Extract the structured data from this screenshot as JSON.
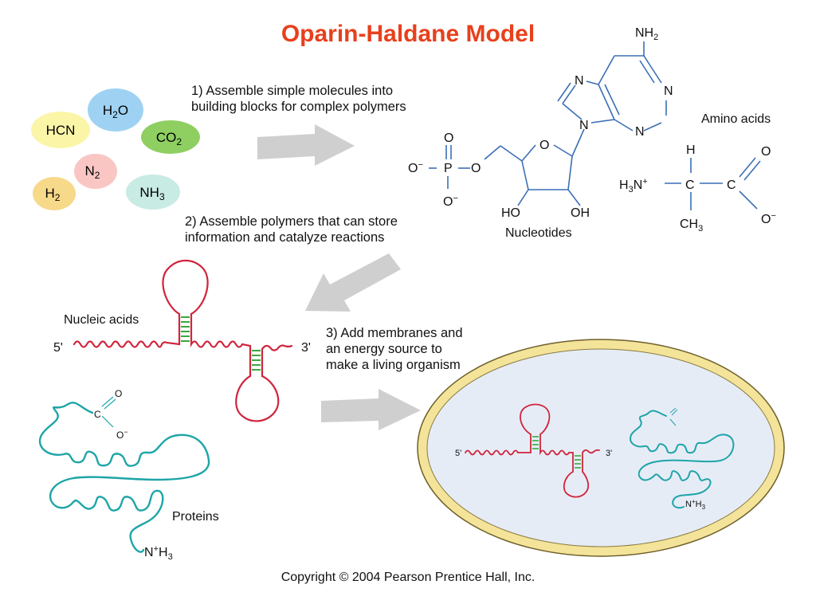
{
  "title": "Oparin-Haldane Model",
  "steps": {
    "step1_line1": "1) Assemble simple molecules into",
    "step1_line2": "building blocks for complex polymers",
    "step2_line1": "2) Assemble polymers that can store",
    "step2_line2": "information and catalyze reactions",
    "step3_line1": "3) Add membranes and",
    "step3_line2": "an energy source to",
    "step3_line3": "make a living organism"
  },
  "simple_molecules": {
    "hcn": "HCN",
    "h2o_base": "H",
    "h2o_sub": "2",
    "h2o_tail": "O",
    "co2_base": "CO",
    "co2_sub": "2",
    "n2_base": "N",
    "n2_sub": "2",
    "h2_base": "H",
    "h2_sub": "2",
    "nh3_base": "NH",
    "nh3_sub": "3"
  },
  "nucleotide": {
    "nh2_base": "NH",
    "nh2_sub": "2",
    "n": "N",
    "o": "O",
    "o_minus": "O",
    "minus": "−",
    "p": "P",
    "ho": "HO",
    "oh": "OH",
    "label": "Nucleotides"
  },
  "amino_acid": {
    "label": "Amino acids",
    "h": "H",
    "h3n_base": "H",
    "h3n_sub": "3",
    "h3n_tail": "N",
    "plus": "+",
    "c": "C",
    "ch3_base": "CH",
    "ch3_sub": "3",
    "o": "O",
    "o_minus": "O",
    "minus": "−"
  },
  "nucleic_acids": {
    "label": "Nucleic acids",
    "five_prime": "5'",
    "three_prime": "3'"
  },
  "proteins": {
    "label": "Proteins",
    "c": "C",
    "o": "O",
    "o_minus": "O",
    "minus": "−",
    "n": "N",
    "plus": "+",
    "h": "H",
    "sub3": "3"
  },
  "cell": {
    "five_prime": "5'",
    "three_prime": "3'",
    "n": "N",
    "plus": "+",
    "h": "H",
    "sub3": "3"
  },
  "copyright": "Copyright © 2004 Pearson Prentice Hall, Inc.",
  "colors": {
    "title": "#e8401c",
    "rna": "#d0243c",
    "protein": "#1ea5a8",
    "base_pair": "#3aa83a",
    "bond": "#3b6fb6",
    "arrow": "#cfcfcf",
    "membrane_fill": "#f4e49a",
    "cytoplasm": "#e6ecf6"
  }
}
